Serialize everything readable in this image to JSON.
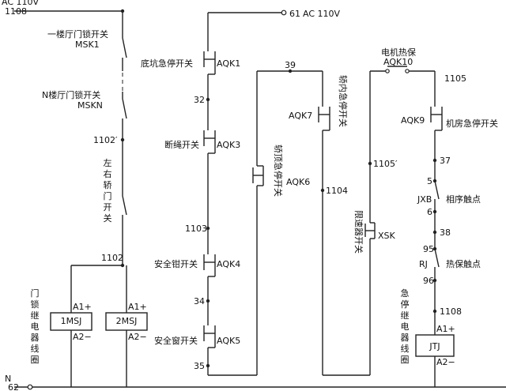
{
  "supply": {
    "left_voltage": "AC 110V",
    "left_node": "1108",
    "right_node": "61",
    "right_voltage": "AC 110V",
    "neutral_letter": "N",
    "neutral_node": "62"
  },
  "column1": {
    "switch1_label": "一楼厅门锁开关",
    "switch1_code": "MSK1",
    "switchN_label": "N楼厅门锁开关",
    "switchN_code": "MSKN",
    "node_1102p": "1102′",
    "car_door_switch_label": "左右轿门开关",
    "node_1102": "1102",
    "coil_1_label": "1MSJ",
    "coil_2_label": "2MSJ",
    "coil_plus": "A1+",
    "coil_minus": "A2−",
    "coil_group_label": "门锁继电器线圈"
  },
  "column2": {
    "aqk1_desc": "底坑急停开关",
    "aqk1_code": "AQK1",
    "node_32": "32",
    "aqk3_desc": "断绳开关",
    "aqk3_code": "AQK3",
    "node_1103": "1103",
    "aqk4_desc": "安全钳开关",
    "aqk4_code": "AQK4",
    "node_34": "34",
    "aqk5_desc": "安全窗开关",
    "aqk5_code": "AQK5",
    "node_35": "35"
  },
  "column3": {
    "aqk6_desc": "轿顶急停开关",
    "aqk6_code": "AQK6",
    "node_39": "39",
    "aqk7_code": "AQK7",
    "aqk7_desc": "轿内急停开关",
    "node_1104": "1104"
  },
  "column4": {
    "motor_thermal_label": "电机热保",
    "aqk10_code": "AQK10",
    "node_1105p": "1105′",
    "xsk_desc": "限速器开关",
    "xsk_code": "XSK"
  },
  "column5": {
    "node_1105": "1105",
    "aqk9_code": "AQK9",
    "aqk9_desc": "机房急停开关",
    "node_37": "37",
    "node_5": "5",
    "jxb_code": "JXB",
    "jxb_desc": "相序触点",
    "node_6": "6",
    "node_38": "38",
    "node_95": "95",
    "rj_code": "RJ",
    "rj_desc": "热保触点",
    "node_96": "96",
    "node_1108": "1108",
    "coil_plus": "A1+",
    "coil_minus": "A2−",
    "jtj_label": "JTJ",
    "jtj_group_label": "急停继电器线圈"
  }
}
